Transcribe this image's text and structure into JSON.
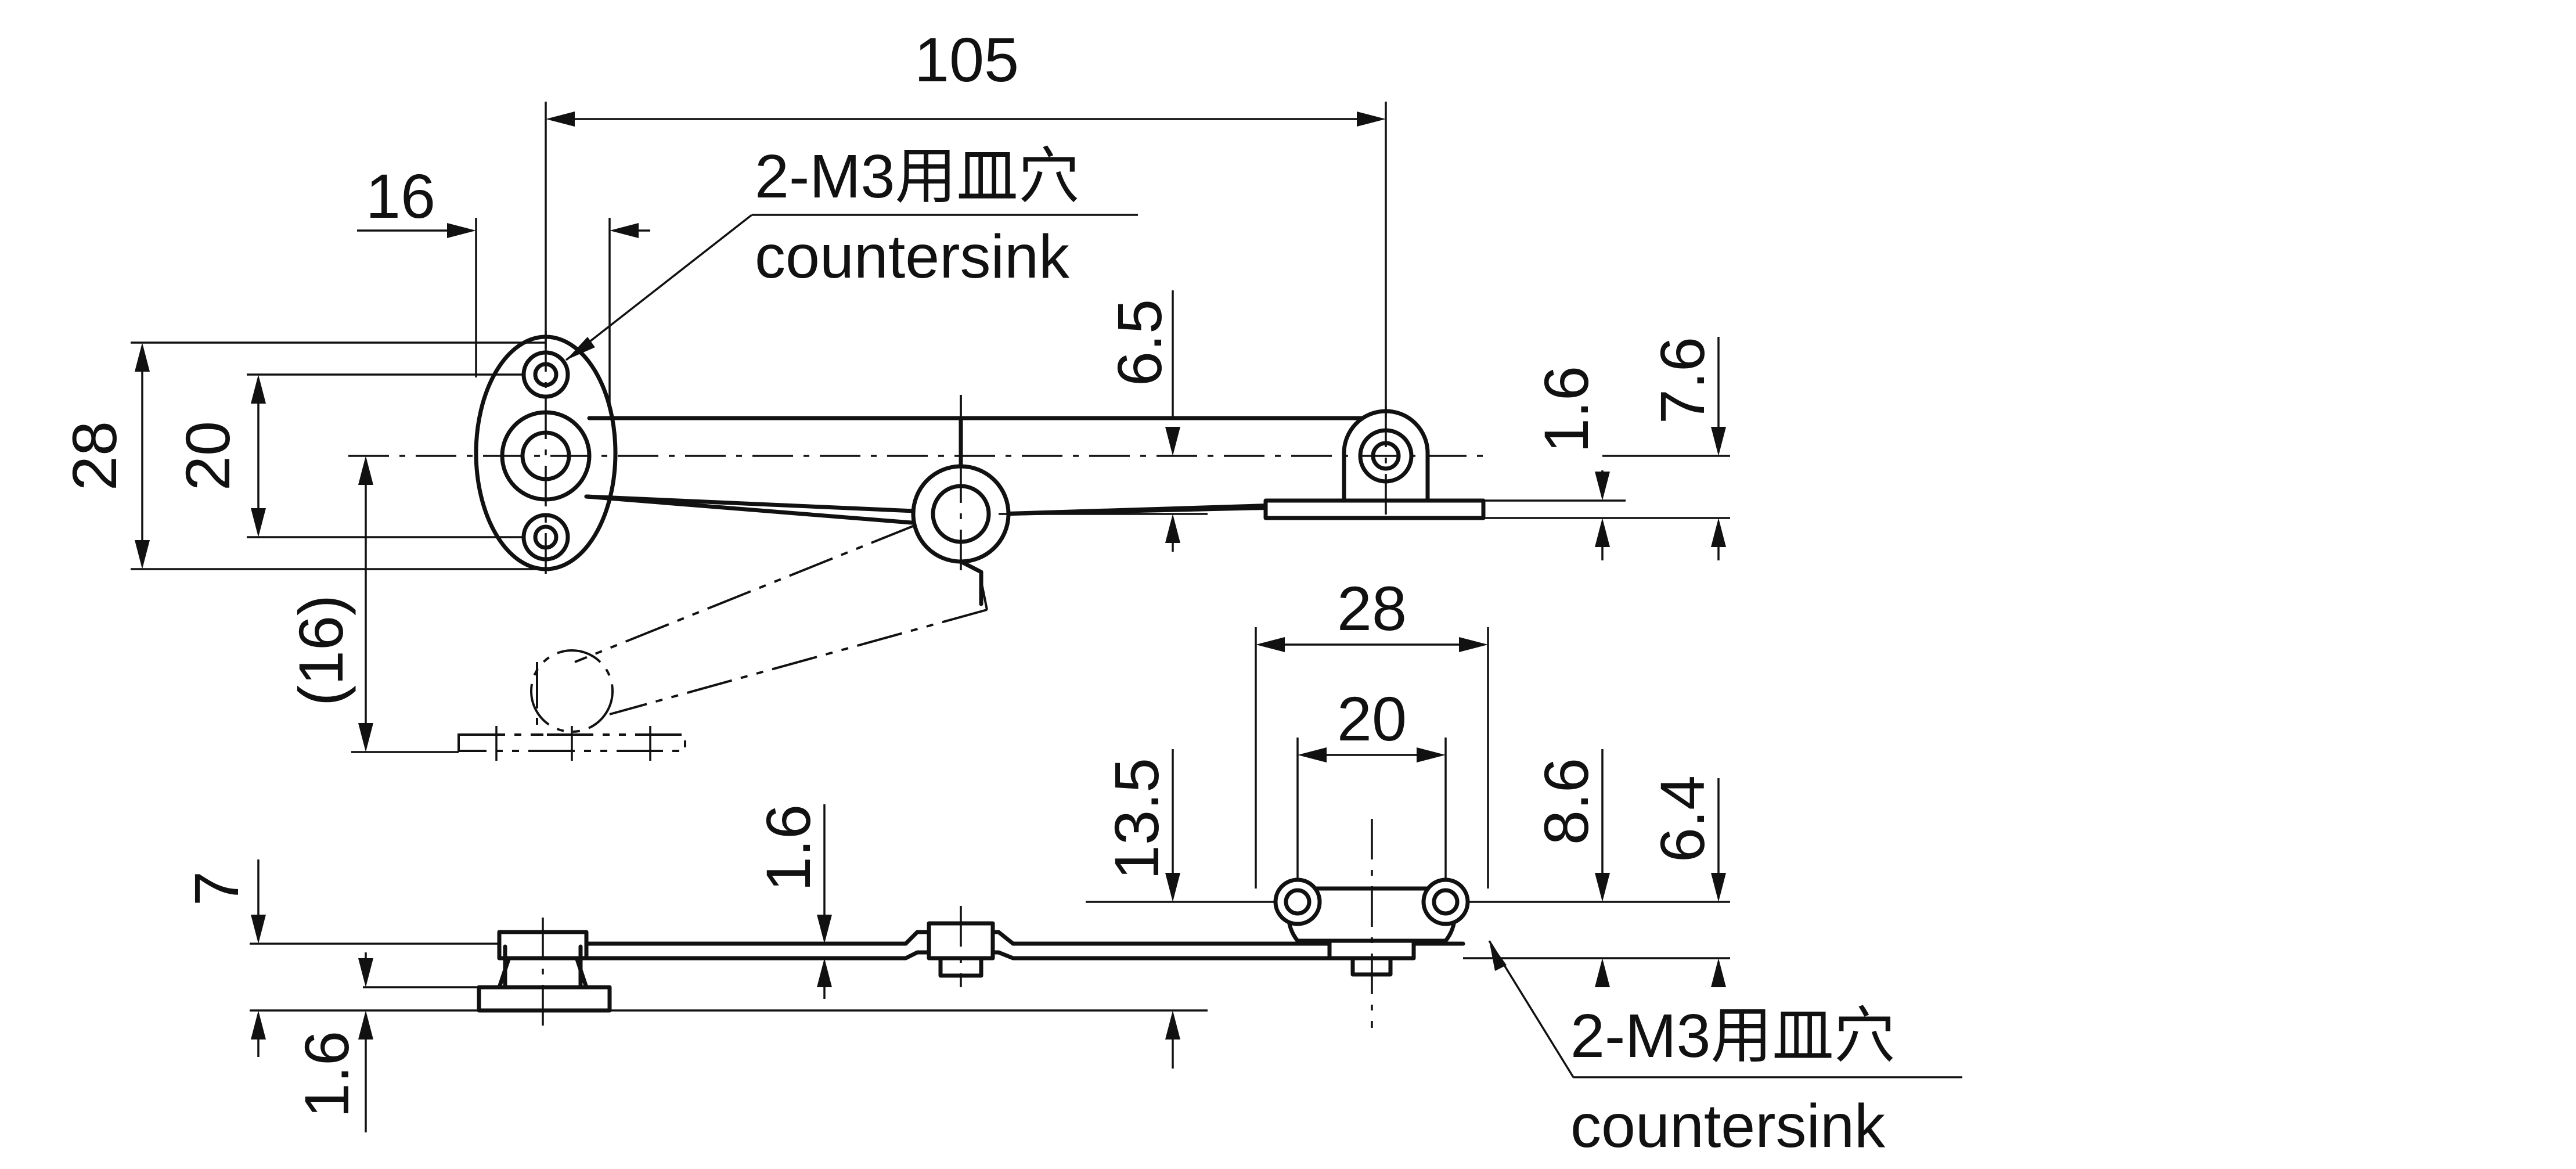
{
  "dimensions": {
    "overall_length": "105",
    "hole_offset": "16",
    "height_28_top": "28",
    "height_20_top": "20",
    "swing_height": "(16)",
    "rise": "6.5",
    "plate_thickness_top": "1.6",
    "bracket_height_top": "7.6",
    "bracket_width": "28",
    "bracket_hole_pitch": "20",
    "bottom_height_13_5": "13.5",
    "bottom_height_8_6": "8.6",
    "bottom_height_6_4": "6.4",
    "link_thickness": "1.6",
    "left_offset_7": "7",
    "left_thickness": "1.6"
  },
  "notes": {
    "top_spec": "2-M3用皿穴",
    "top_english": "countersink",
    "bottom_spec": "2-M3用皿穴",
    "bottom_english": "countersink"
  }
}
